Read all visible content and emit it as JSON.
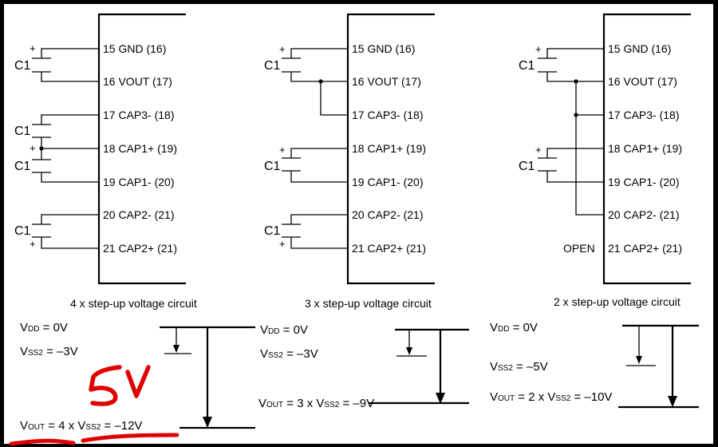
{
  "symbols": {
    "plus": "+",
    "cap": "C1"
  },
  "circuits": [
    {
      "title": "4 x step-up voltage circuit",
      "pins": [
        "15 GND (16)",
        "16 VOUT (17)",
        "17 CAP3- (18)",
        "18 CAP1+ (19)",
        "19 CAP1- (20)",
        "20 CAP2- (21)",
        "21 CAP2+ (21)"
      ]
    },
    {
      "title": "3 x step-up voltage circuit",
      "pins": [
        "15 GND (16)",
        "16 VOUT (17)",
        "17 CAP3- (18)",
        "18 CAP1+ (19)",
        "19 CAP1- (20)",
        "20 CAP2- (21)",
        "21 CAP2+ (21)"
      ]
    },
    {
      "title": "2 x step-up voltage circuit",
      "open": "OPEN",
      "pins": [
        "15 GND (16)",
        "16 VOUT (17)",
        "17 CAP3- (18)",
        "18 CAP1+ (19)",
        "19 CAP1- (20)",
        "20 CAP2- (21)",
        "21 CAP2+ (21)"
      ]
    }
  ],
  "labels": {
    "dd": "DD",
    "ss2": "SS2",
    "out": "OUT"
  },
  "diagrams": [
    {
      "vdd": " = 0V",
      "vss2": " = –3V",
      "vout_mid": " = 4 x V",
      "vout_end": " = –12V"
    },
    {
      "vdd": " = 0V",
      "vss2": " = –3V",
      "vout_mid": " = 3 x V",
      "vout_end": " = –9V"
    },
    {
      "vdd": " = 0V",
      "vss2": " = –5V",
      "vout_mid": " = 2 x V",
      "vout_end": " = –10V"
    }
  ],
  "annotation": {
    "handwritten": "5V",
    "color": "#e10000"
  }
}
